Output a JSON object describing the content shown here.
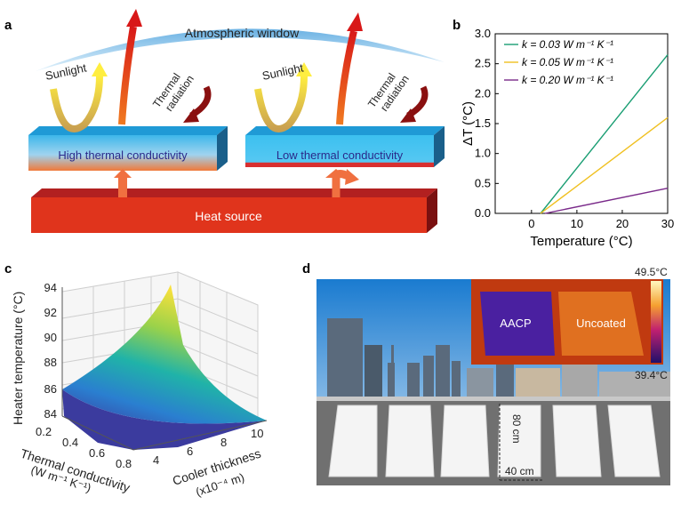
{
  "panel_a": {
    "label": "a",
    "sky_label": "Atmospheric window",
    "sunlight_label": "Sunlight",
    "thermal_label_1": "Thermal",
    "thermal_label_2": "radiation",
    "left_slab": "High thermal conductivity",
    "right_slab": "Low thermal conductivity",
    "heat_source": "Heat source"
  },
  "panel_b": {
    "label": "b",
    "chart_data": {
      "type": "line",
      "xlabel": "Temperature (°C)",
      "ylabel": "ΔT (°C)",
      "xlim": [
        -8,
        30
      ],
      "ylim": [
        0,
        3.0
      ],
      "xticks": [
        0,
        10,
        20,
        30
      ],
      "yticks": [
        0.0,
        0.5,
        1.0,
        1.5,
        2.0,
        2.5,
        3.0
      ],
      "legend_position": "top-left",
      "series": [
        {
          "name": "k = 0.03 W m⁻¹ K⁻¹",
          "color": "#1a9e73",
          "x": [
            2,
            30
          ],
          "y": [
            0,
            2.65
          ]
        },
        {
          "name": "k = 0.05 W m⁻¹ K⁻¹",
          "color": "#f0c020",
          "x": [
            2,
            30
          ],
          "y": [
            0,
            1.6
          ]
        },
        {
          "name": "k = 0.20 W m⁻¹ K⁻¹",
          "color": "#7a2a8a",
          "x": [
            3,
            30
          ],
          "y": [
            0,
            0.42
          ]
        }
      ]
    }
  },
  "panel_c": {
    "label": "c",
    "chart_data": {
      "type": "surface",
      "zlabel": "Heater temperature (°C)",
      "xlabel_1": "Thermal conductivity",
      "xlabel_2": "(W m⁻¹ K⁻¹)",
      "ylabel_1": "Cooler thickness",
      "ylabel_2": "(x10⁻⁴ m)",
      "zticks": [
        "84",
        "86",
        "88",
        "90",
        "92",
        "94"
      ],
      "xticks": [
        "0.2",
        "0.4",
        "0.6",
        "0.8"
      ],
      "yticks": [
        "4",
        "6",
        "8",
        "10"
      ],
      "zlim": [
        84,
        94.5
      ]
    }
  },
  "panel_d": {
    "label": "d",
    "inset_left": "AACP",
    "inset_right": "Uncoated",
    "scale_max": "49.5°C",
    "scale_min": "39.4°C",
    "height_dim": "80 cm",
    "width_dim": "40 cm"
  }
}
